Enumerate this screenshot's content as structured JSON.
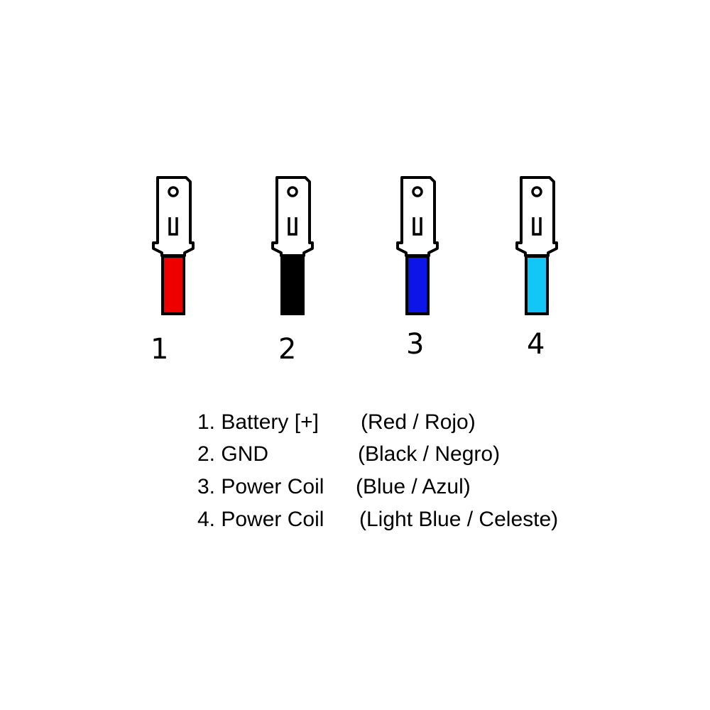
{
  "terminals": [
    {
      "number": "1",
      "wire_color": "#ee0000",
      "icon": "spade-terminal-icon"
    },
    {
      "number": "2",
      "wire_color": "#000000",
      "icon": "spade-terminal-icon"
    },
    {
      "number": "3",
      "wire_color": "#0d14e8",
      "icon": "spade-terminal-icon"
    },
    {
      "number": "4",
      "wire_color": "#12c6f5",
      "icon": "spade-terminal-icon"
    }
  ],
  "legend": [
    {
      "name": "1. Battery [+]",
      "color_label": "(Red / Rojo)"
    },
    {
      "name": "2. GND",
      "color_label": "(Black / Negro)"
    },
    {
      "name": "3. Power Coil",
      "color_label": "(Blue / Azul)"
    },
    {
      "name": "4. Power Coil",
      "color_label": "(Light Blue / Celeste)"
    }
  ]
}
